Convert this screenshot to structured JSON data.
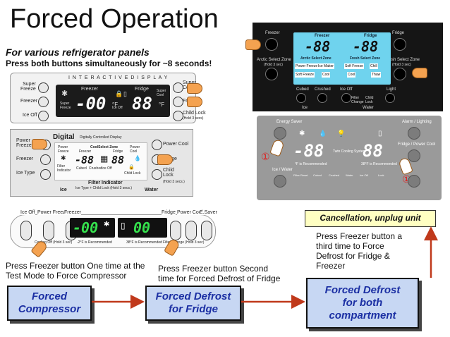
{
  "title": "Forced Operation",
  "subtitle_1": "For various refrigerator panels",
  "subtitle_2": "Press both buttons simultaneously for ~8 seconds!",
  "panel_a": {
    "header": "I N T E R A C T I V E   D I S P L A Y",
    "left_buttons": [
      "Super\nFreeze",
      "Freezer",
      "Ice Off"
    ],
    "right_buttons": [
      "Super\nCool",
      "Fridge",
      "Child Lock"
    ],
    "child_lock_hint": "(Hold 3 secs)",
    "freezer_label": "Freezer",
    "fridge_label": "Fridge",
    "freezer_value": "-00",
    "fridge_value": "88",
    "unit": "°F",
    "super_freeze": "Super\nFreeze",
    "super_cool": "Super\nCool",
    "ice_off": "Ice Off"
  },
  "panel_b": {
    "brand": "Digital",
    "brand_sub": "Digitally Controlled Display",
    "left_buttons": [
      "Power\nFreeze",
      "Freezer",
      "Ice Type"
    ],
    "right_buttons": [
      "Power Cool",
      "Fridge",
      "Child\nLock"
    ],
    "child_lock_hint": "(Hold 3 secs.)",
    "coolselect": "CoolSelect Zone",
    "freezer_value": "-88",
    "fridge_value": "88",
    "filter_indicator": "Filter Indicator",
    "filter_hint": "Ice Type + Child Lock (Hold 3 secs.)",
    "ice": "Ice",
    "water": "Water",
    "icons": [
      "Cubed",
      "Crushed",
      "Ice Off"
    ],
    "filter_ind_small": "Filter\nIndicator",
    "power_freeze_small": "Power\nFreeze",
    "power_cool_small": "Power\nCool",
    "freezer_small": "Freezer",
    "fridge_small": "Fridge",
    "child_lock_small": "Child Lock"
  },
  "panel_c": {
    "left_labels": [
      "Ice Off",
      "Power Freeze",
      "Freezer"
    ],
    "right_labels": [
      "Fridge",
      "Power Cool",
      "E.Saver"
    ],
    "freezer_value": "-00",
    "fridge_value": "00",
    "cooling_off": "Cooling Off (Hold 3 sec)",
    "recommended_left": "-2°F is Recommended",
    "recommended_right": "38°F is Recommended",
    "filter_hint": "Filter Change (Hold 3 sec)"
  },
  "panel_d": {
    "freezer": "Freezer",
    "fridge": "Fridge",
    "freezer_value": "-88",
    "fridge_value": "-88",
    "arctic_zone": "Arctic Select Zone",
    "arctic_hint": "(Hold 3 sec)",
    "fresh_zone": "Fresh Select Zone",
    "fresh_hint": "(Hold 3 sec)",
    "arctic_title": "Arctic Select Zone",
    "fresh_title": "Fresh Select Zone",
    "freezer_options": [
      "Power Freeze",
      "Ice Maker",
      "Soft Freeze",
      "Cool"
    ],
    "fridge_options": [
      "Soft Freeze",
      "Chill",
      "Cool",
      "Thaw"
    ],
    "dispenser": [
      "Cubed",
      "Crushed",
      "Ice Off",
      "Filter\nChange",
      "Child\nLock",
      "Light"
    ],
    "ice": "Ice",
    "water": "Water"
  },
  "panel_e": {
    "left_top": "Energy Saver",
    "left_bottom": "Ice / Water",
    "right_top": "Alarm / Lighting",
    "right_mid": "Fridge / Power Cool",
    "freezer_value": "-88",
    "fridge_value": "88",
    "mid_label": "Twin Cooling System",
    "unit_left": "°F is Recommended",
    "unit_right": "38°F is Recommended",
    "circle_mark": "①",
    "icons_bottom": [
      "Filter Reset",
      "Cubed",
      "Crushed",
      "Water",
      "Ice Off",
      "Lock"
    ]
  },
  "flow": {
    "step1": "Forced\nCompressor",
    "step2": "Forced Defrost\nfor Fridge",
    "step3": "Forced Defrost\nfor both\ncompartment",
    "cancel": "Cancellation, unplug unit",
    "note1": "Press Freezer button One time at the\nTest Mode to Force Compressor",
    "note2": "Press Freezer button Second\ntime for Forced Defrost of Fridge",
    "note3": "Press Freezer button a\nthird time to Force\nDefrost for Fridge &\nFreezer"
  },
  "colors": {
    "flow_fill": "#c7d7f3",
    "flow_text": "#1b2fa3",
    "arrow": "#c0391b",
    "cancel_fill": "#ffffc2",
    "display_blue": "#6fd3ee",
    "led_green": "#35e24d"
  }
}
